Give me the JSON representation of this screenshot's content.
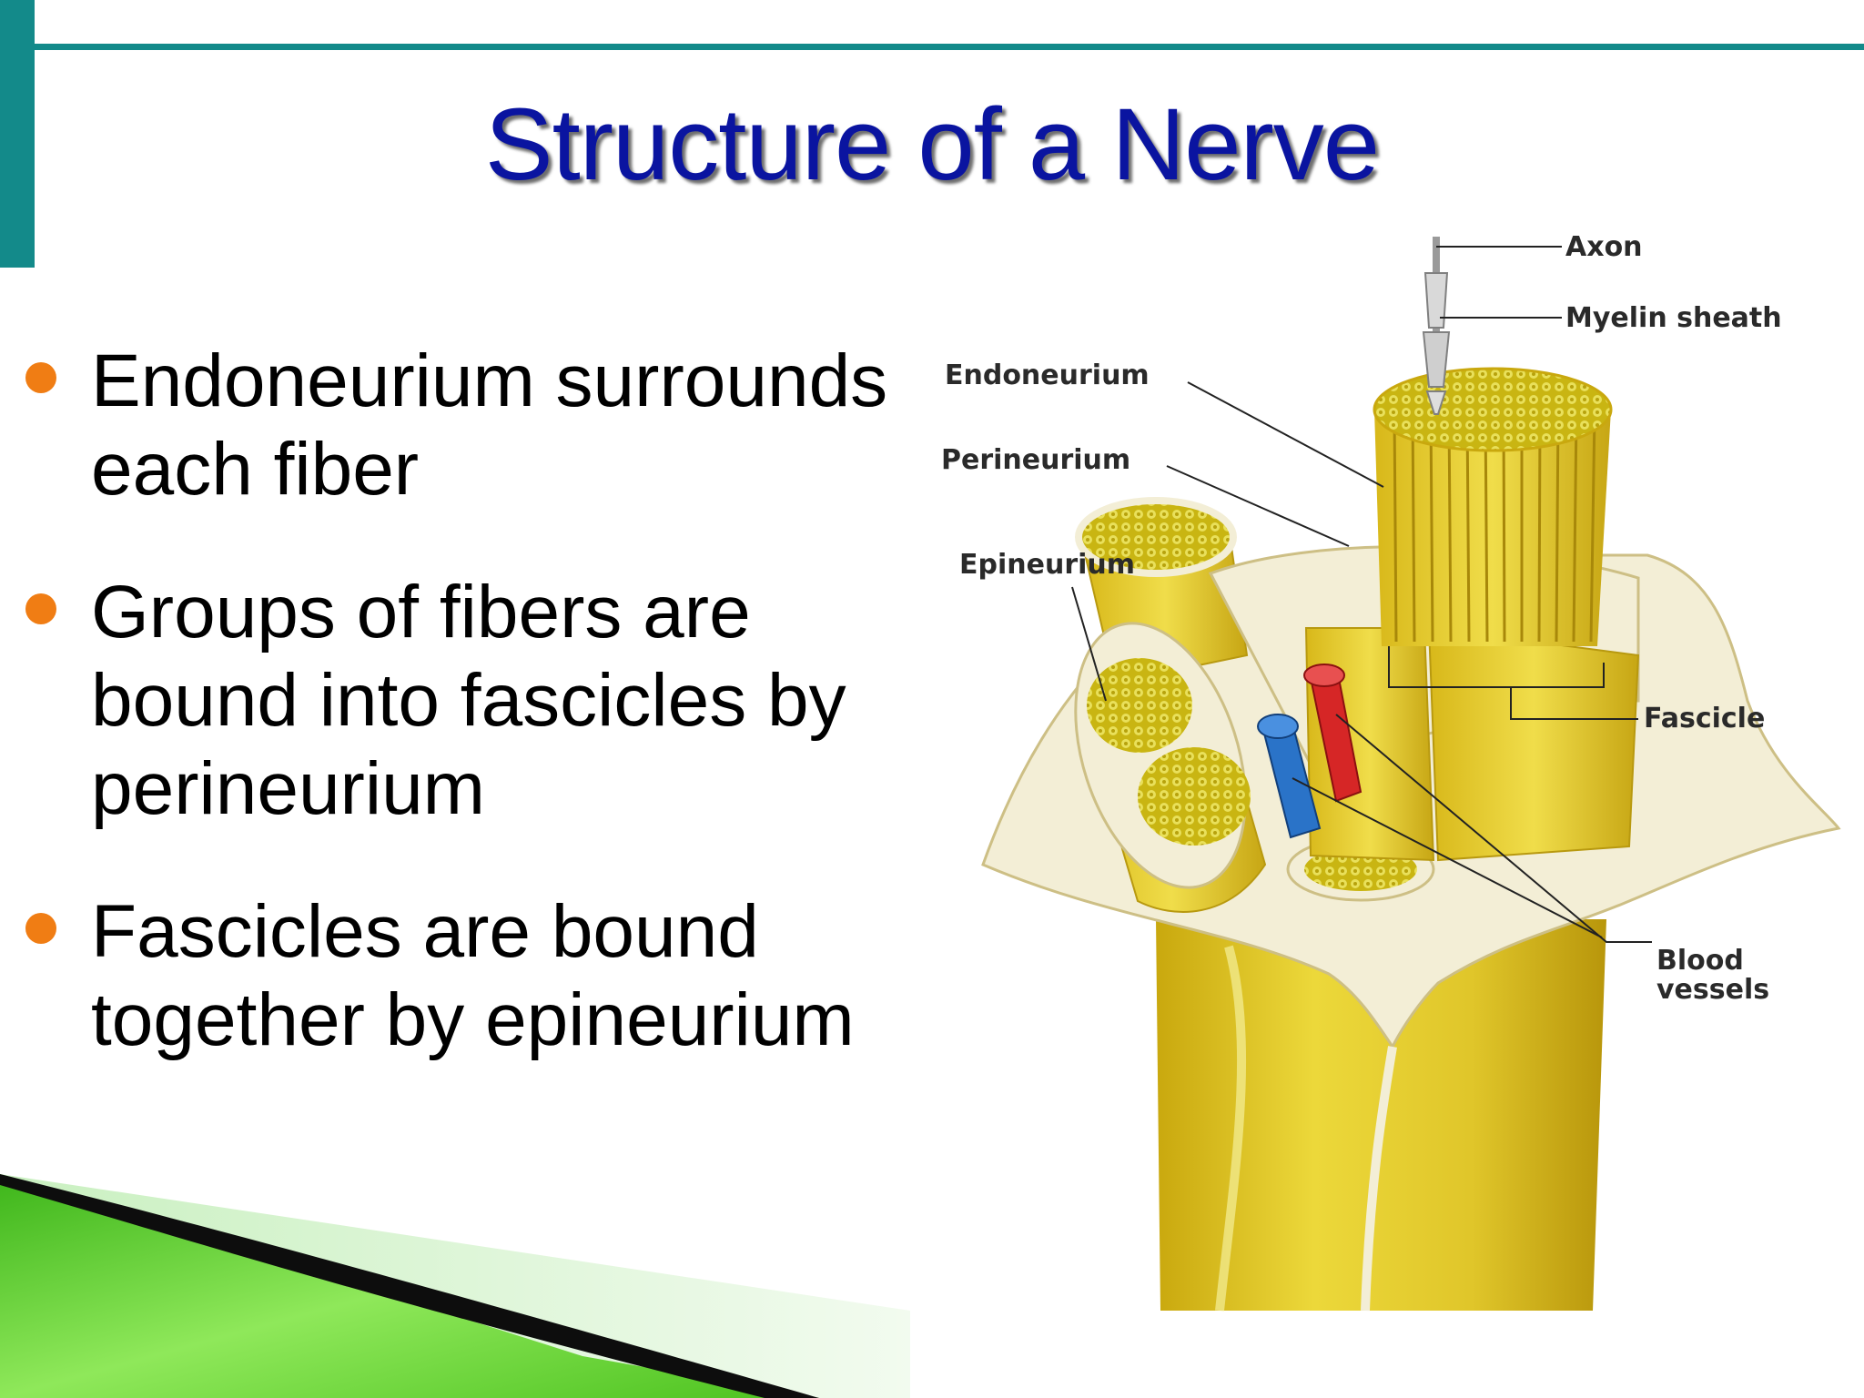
{
  "slide": {
    "title": "Structure of a Nerve",
    "bullets": [
      "Endoneurium surrounds each fiber",
      "Groups of fibers are bound into fascicles by perineurium",
      "Fascicles are bound together by epineurium"
    ]
  },
  "diagram": {
    "labels": {
      "axon": "Axon",
      "myelin_sheath": "Myelin sheath",
      "endoneurium": "Endoneurium",
      "perineurium": "Perineurium",
      "epineurium": "Epineurium",
      "fascicle": "Fascicle",
      "blood_vessels_line1": "Blood",
      "blood_vessels_line2": "vessels"
    }
  },
  "colors": {
    "title": "#0a14a0",
    "accent_bar": "#138a8a",
    "bullet_dot": "#f07d14",
    "nerve_yellow": "#e3cf2c",
    "artery_red": "#d62626",
    "vein_blue": "#2a73c8",
    "swoosh_green": "#5fcf2a"
  }
}
